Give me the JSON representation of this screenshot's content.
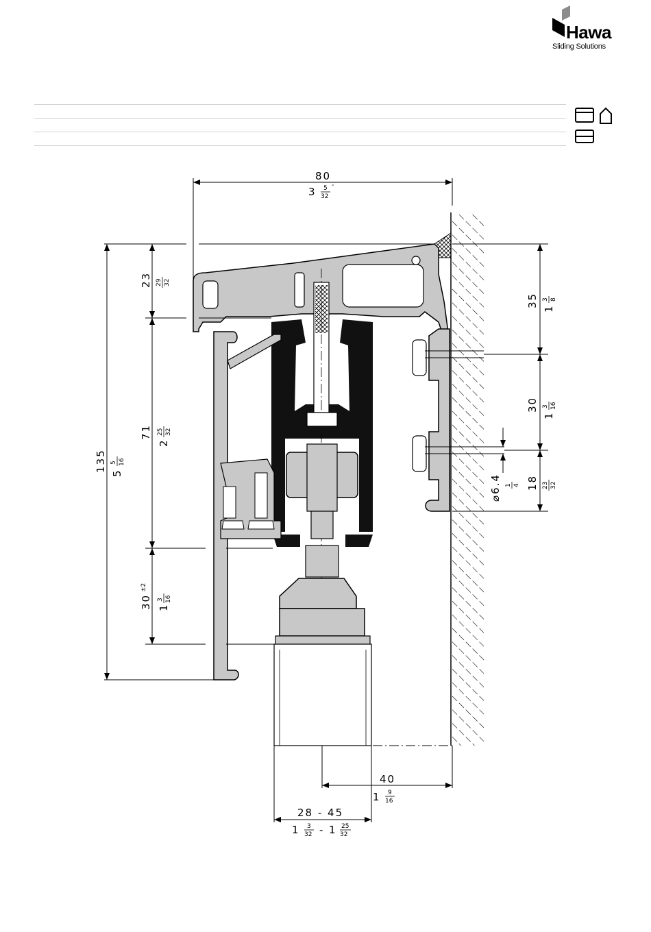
{
  "brand": {
    "name": "Hawa",
    "tagline": "Sliding Solutions",
    "logo_icon": "hawa-logo-icon"
  },
  "symbols": {
    "wall_mounting_icon": "wall-mount-building-icon",
    "ceiling_mounting_icon": "ceiling-mount-icon"
  },
  "dimensions": {
    "width_total": {
      "mm": "80",
      "in_whole": "3",
      "in_num": "5",
      "in_den": "32"
    },
    "height_total": {
      "mm": "135",
      "in_whole": "5",
      "in_num": "5",
      "in_den": "16"
    },
    "top_section": {
      "mm": "23",
      "in_num": "29",
      "in_den": "32"
    },
    "middle_section": {
      "mm": "71",
      "in_whole": "2",
      "in_num": "25",
      "in_den": "32"
    },
    "clearance": {
      "mm": "30",
      "tolerance": "±2",
      "in_whole": "1",
      "in_num": "3",
      "in_den": "16"
    },
    "wall_top": {
      "mm": "35",
      "in_whole": "1",
      "in_num": "3",
      "in_den": "8"
    },
    "wall_middle": {
      "mm": "30",
      "in_whole": "1",
      "in_num": "3",
      "in_den": "16"
    },
    "wall_bottom": {
      "mm": "18",
      "in_num": "23",
      "in_den": "32"
    },
    "hole_diameter": {
      "mm": "⌀6.4",
      "in_num": "1",
      "in_den": "4"
    },
    "door_offset": {
      "mm": "40",
      "in_whole": "1",
      "in_num": "9",
      "in_den": "16"
    },
    "door_thickness": {
      "mm": "28  -  45",
      "in_a_whole": "1",
      "in_a_num": "3",
      "in_a_den": "32",
      "dash": "-",
      "in_b_whole": "1",
      "in_b_num": "25",
      "in_b_den": "32"
    }
  },
  "colors": {
    "profile_fill": "#c8c8c8",
    "gasket_fill": "#111111",
    "line": "#000000"
  }
}
